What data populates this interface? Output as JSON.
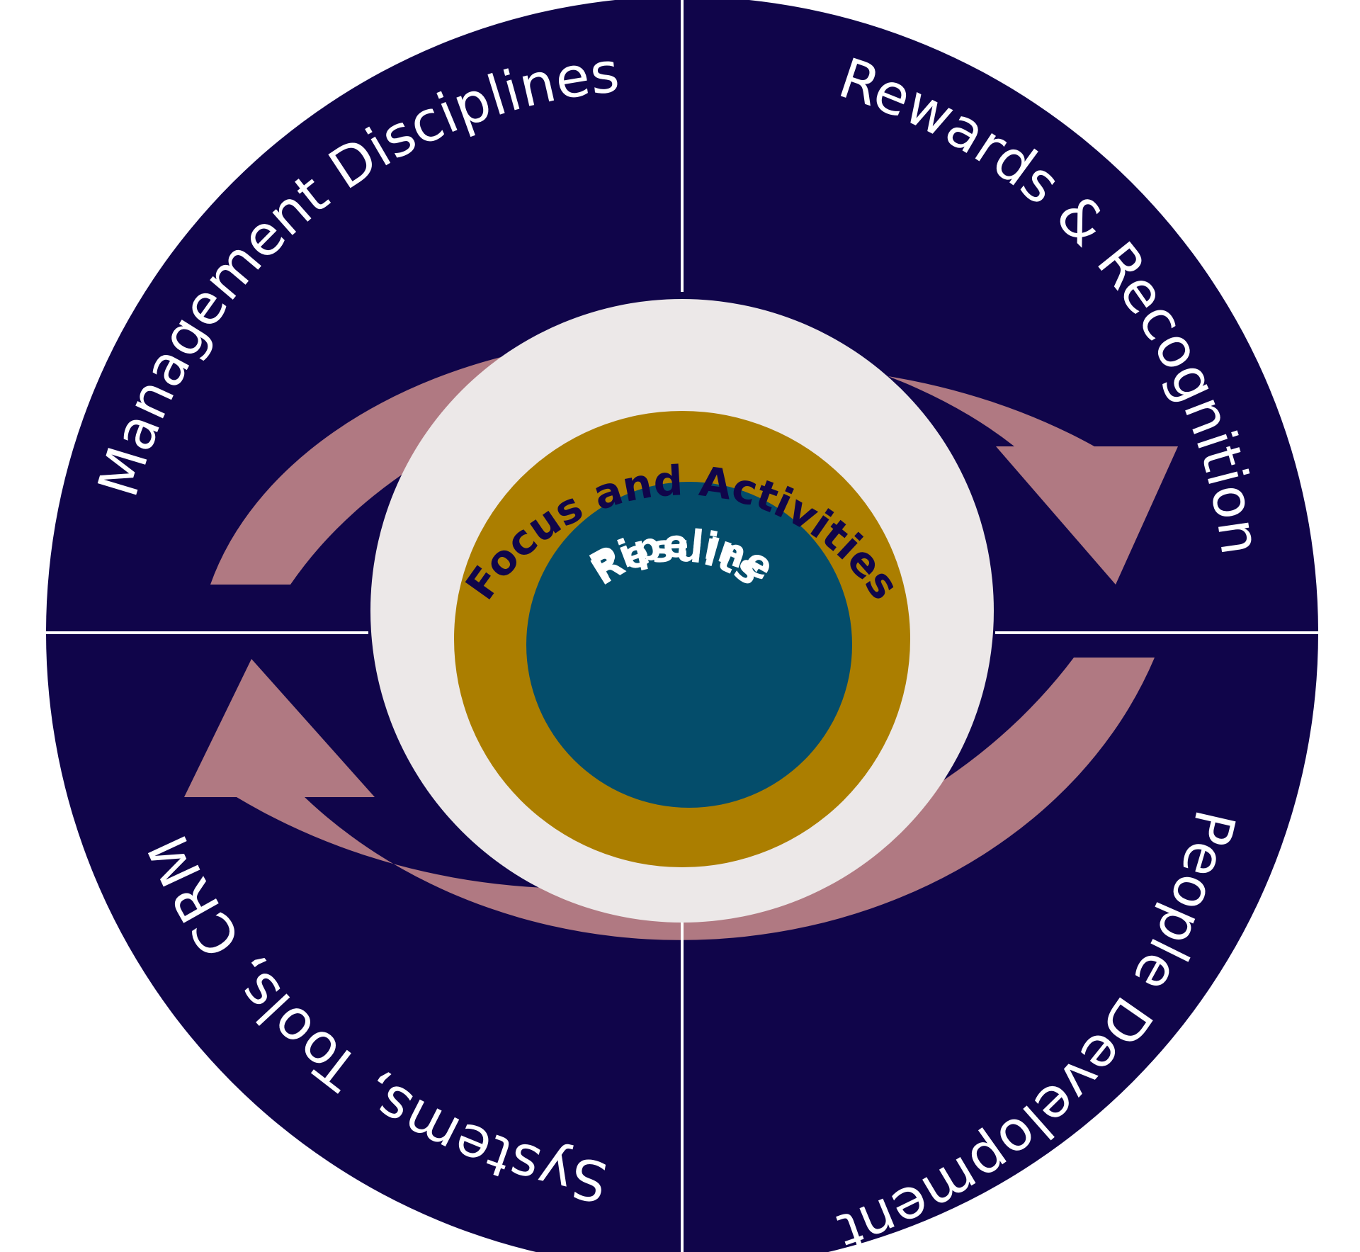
{
  "diagram": {
    "quadrants": {
      "top_left": "Management Disciplines",
      "top_right": "Rewards & Recognition",
      "bottom_right": "People Development",
      "bottom_left": "Systems, Tools, CRM"
    },
    "rings": {
      "outer": "Focus and Activities",
      "middle": "Pipeline",
      "inner": "Results"
    },
    "colors": {
      "navy": "#10054a",
      "mauve": "#b07982",
      "light_ring": "#ece8e8",
      "gold_ring": "#ab7e00",
      "teal_core": "#044d6b",
      "divider": "#ffffff"
    }
  }
}
